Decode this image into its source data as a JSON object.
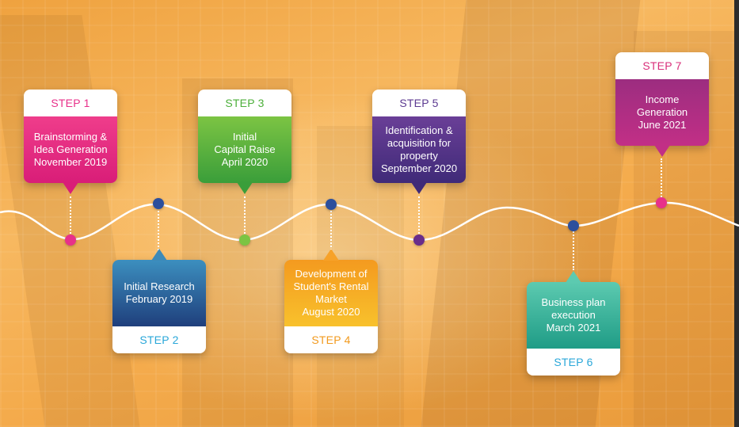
{
  "steps": [
    {
      "step": "STEP 1",
      "lines": [
        "Brainstorming &",
        "Idea Generation",
        "November 2019"
      ],
      "accent": "#e8308a",
      "body_from": "#ef3d8b",
      "body_to": "#d91d78"
    },
    {
      "step": "STEP 2",
      "lines": [
        "Initial Research",
        "February 2019"
      ],
      "accent": "#2aa7d9",
      "body_from": "#3c7fc2",
      "body_to": "#1f3f7c"
    },
    {
      "step": "STEP 3",
      "lines": [
        "Initial",
        "Capital Raise",
        "April 2020"
      ],
      "accent": "#4caf3a",
      "body_from": "#7cc443",
      "body_to": "#3a9e3a"
    },
    {
      "step": "STEP 4",
      "lines": [
        "Development of",
        "Student's Rental",
        "Market",
        "August 2020"
      ],
      "accent": "#f29a1e",
      "body_from": "#f7a229",
      "body_to": "#f8c12c"
    },
    {
      "step": "STEP 5",
      "lines": [
        "Identification &",
        "acquisition for",
        "property",
        "September 2020"
      ],
      "accent": "#5c3a91",
      "body_from": "#6a3f97",
      "body_to": "#3f2a78"
    },
    {
      "step": "STEP 6",
      "lines": [
        "Business plan",
        "execution",
        "March 2021"
      ],
      "accent": "#2aa7d9",
      "body_from": "#5ccab0",
      "body_to": "#1f9c86"
    },
    {
      "step": "STEP 7",
      "lines": [
        "Income",
        "Generation",
        "June 2021"
      ],
      "accent": "#d92f7a",
      "body_from": "#9c2d80",
      "body_to": "#c22f86"
    }
  ],
  "colors": {
    "step1_dot": "#e8308a",
    "step2_dot": "#2c4f9c",
    "step3_dot": "#7cc443",
    "step4_dot": "#f29a1e",
    "step5_dot": "#6a2d8a",
    "step6_dot": "#2c4f9c",
    "step7_dot": "#e8308a"
  }
}
